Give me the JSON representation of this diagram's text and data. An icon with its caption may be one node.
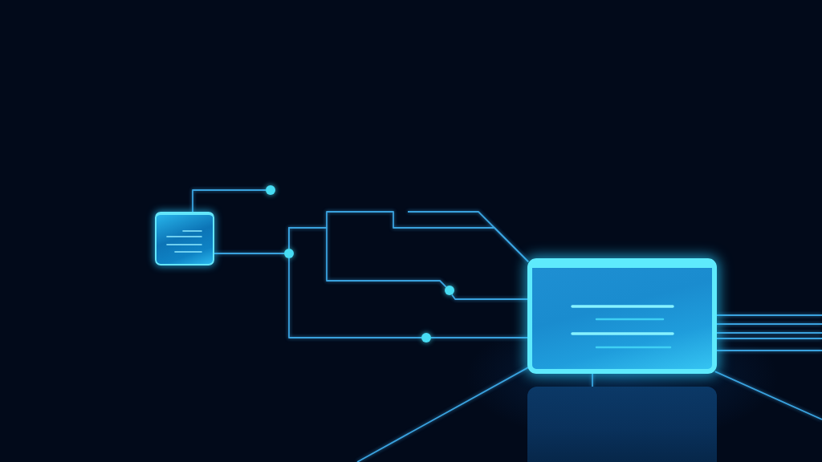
{
  "diagram": {
    "nodes": [
      {
        "text": [],
        "shape": "box"
      },
      {
        "text": [],
        "shape": "circle"
      },
      {
        "text": [],
        "shape": "circle"
      },
      {
        "text": [],
        "shape": "circle"
      },
      {
        "text": [],
        "shape": "circle"
      },
      {
        "text": [],
        "shape": "box"
      },
      {
        "text": [],
        "shape": "box"
      }
    ],
    "edges": [
      {
        "from": 0,
        "to": 1,
        "arrow": "none"
      },
      {
        "from": 0,
        "to": 2,
        "arrow": "none"
      },
      {
        "from": 2,
        "to": 5,
        "arrow": "none"
      },
      {
        "from": null,
        "to": 5,
        "arrow": "none"
      },
      {
        "from": 2,
        "to": 4,
        "arrow": "none"
      },
      {
        "from": 4,
        "to": 5,
        "arrow": "none"
      },
      {
        "from": 2,
        "to": 3,
        "arrow": "none"
      },
      {
        "from": 3,
        "to": 5,
        "arrow": "none"
      },
      {
        "from": 5,
        "to": null,
        "arrow": "none"
      },
      {
        "from": 5,
        "to": null,
        "arrow": "none"
      },
      {
        "from": 5,
        "to": null,
        "arrow": "none"
      },
      {
        "from": 5,
        "to": null,
        "arrow": "none"
      },
      {
        "from": 5,
        "to": null,
        "arrow": "none"
      },
      {
        "from": 5,
        "to": null,
        "arrow": "none"
      },
      {
        "from": 5,
        "to": null,
        "arrow": "none"
      },
      {
        "from": 5,
        "to": 6,
        "arrow": "none"
      }
    ]
  }
}
